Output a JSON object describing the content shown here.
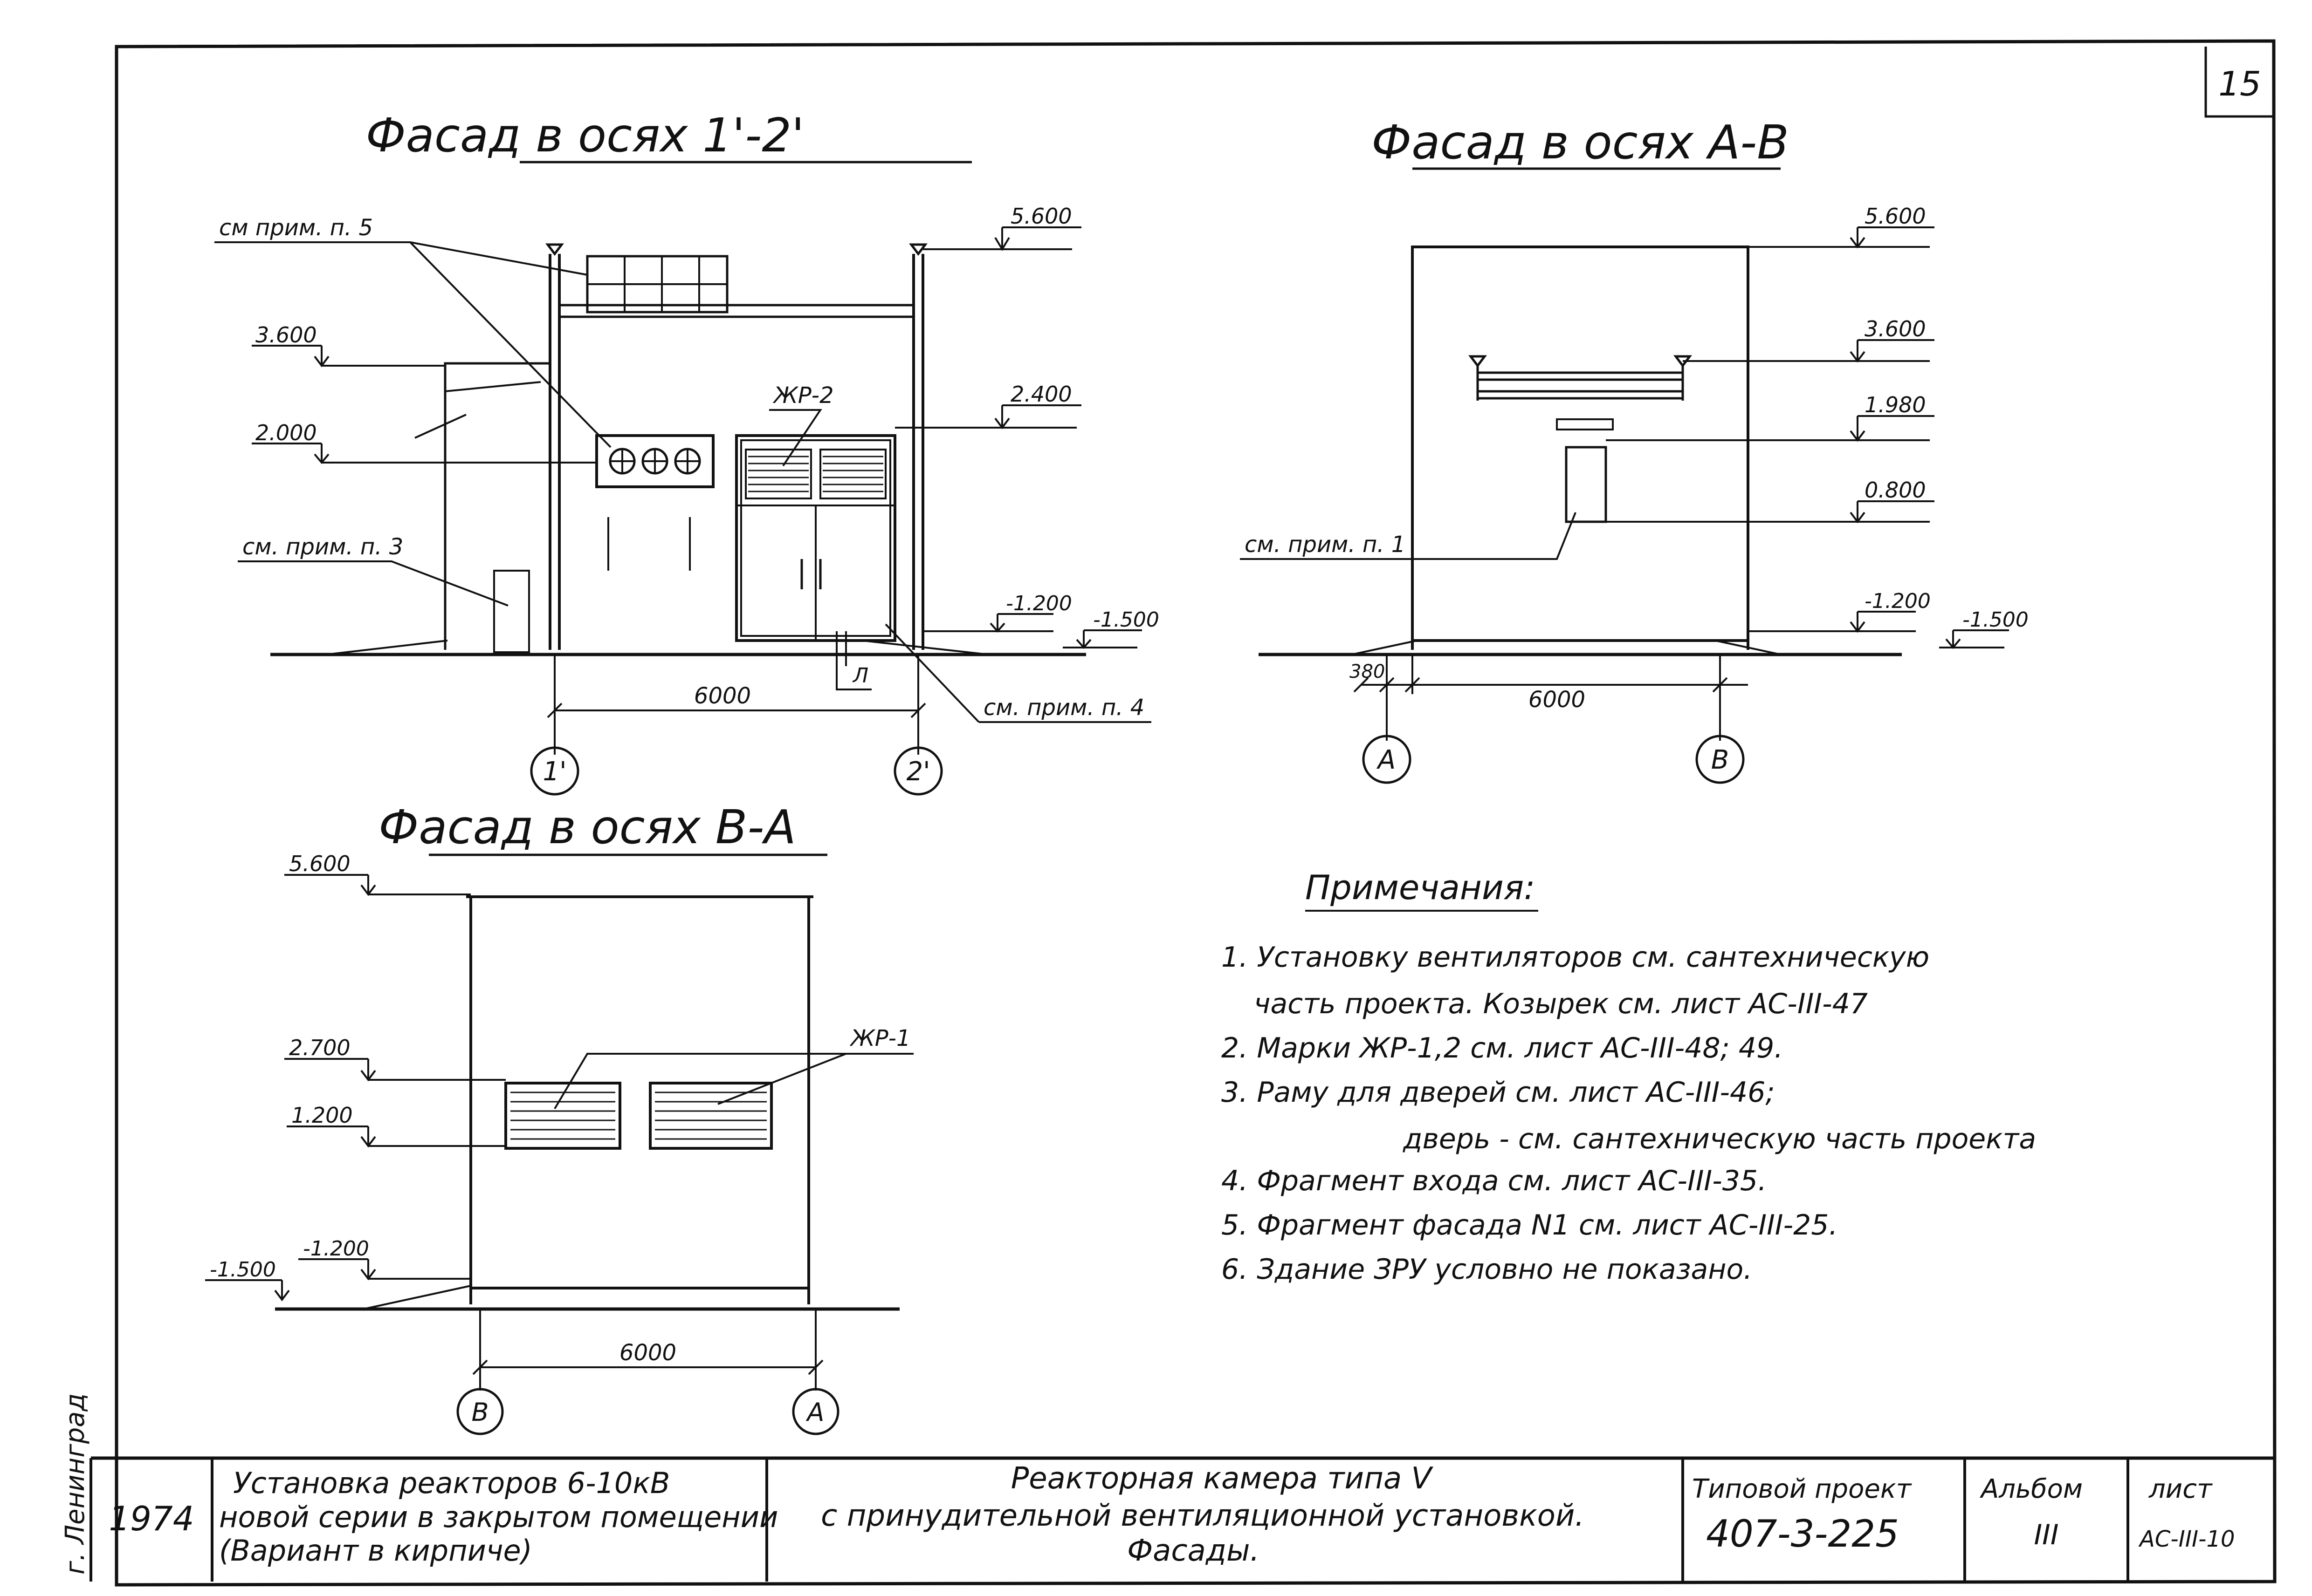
{
  "sheet_number": "15",
  "facade_12": {
    "title": "Фасад в осях 1'-2'",
    "callout_note5": "см прим. п. 5",
    "callout_note3": "см. прим. п. 3",
    "callout_note4": "см. прим. п. 4",
    "louver_label": "ЖР-2",
    "detail_mark": "Л",
    "levels": {
      "top": "5.600",
      "roof_left": "3.600",
      "sill": "2.000",
      "door_top": "2.400",
      "ground": "-1.200",
      "ground_outer": "-1.500"
    },
    "span": "6000",
    "axis_left": "1'",
    "axis_right": "2'"
  },
  "facade_ab": {
    "title": "Фасад в осях А-В",
    "callout_note1": "см. прим. п. 1",
    "levels": {
      "top": "5.600",
      "canopy": "3.600",
      "window_top": "1.980",
      "window_bottom": "0.800",
      "ground": "-1.200",
      "ground_outer": "-1.500"
    },
    "offset": "380",
    "span": "6000",
    "axis_left": "А",
    "axis_right": "В"
  },
  "facade_ba": {
    "title": "Фасад в осях В-А",
    "louver_label": "ЖР-1",
    "levels": {
      "top": "5.600",
      "louver_top": "2.700",
      "louver_bottom": "1.200",
      "ground": "-1.200",
      "ground_outer": "-1.500"
    },
    "span": "6000",
    "axis_left": "В",
    "axis_right": "А"
  },
  "notes": {
    "heading": "Примечания:",
    "items": [
      "1. Установку вентиляторов см. сантехническую",
      "часть проекта. Козырек см. лист АС-III-47",
      "2. Марки ЖР-1,2 см. лист АС-III-48; 49.",
      "3. Раму для дверей см. лист АС-III-46;",
      "дверь - см. сантехническую часть проекта",
      "4. Фрагмент входа см. лист АС-III-35.",
      "5. Фрагмент фасада N1 см. лист АС-III-25.",
      "6. Здание ЗРУ условно не показано."
    ]
  },
  "title_block": {
    "year": "1974",
    "project_desc": [
      "Установка реакторов 6-10кВ",
      "новой серии в закрытом помещении",
      "(Вариант в кирпиче)"
    ],
    "drawing_title": [
      "Реакторная камера типа V",
      "с принудительной вентиляционной установкой.",
      "Фасады."
    ],
    "project_label": "Типовой проект",
    "project_number": "407-3-225",
    "album_label": "Альбом",
    "album_number": "III",
    "sheet_label": "лист",
    "sheet_code": "АС-III-10"
  },
  "margin_stamp": "г. Ленинград"
}
